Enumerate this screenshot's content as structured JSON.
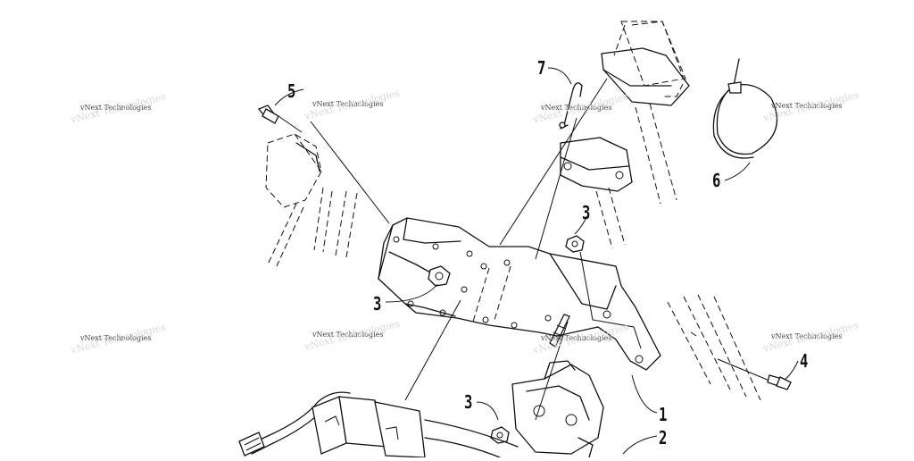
{
  "diagram": {
    "callouts": [
      {
        "id": "1",
        "label": "1"
      },
      {
        "id": "2",
        "label": "2"
      },
      {
        "id": "3a",
        "label": "3"
      },
      {
        "id": "3b",
        "label": "3"
      },
      {
        "id": "3c",
        "label": "3"
      },
      {
        "id": "4",
        "label": "4"
      },
      {
        "id": "5",
        "label": "5"
      },
      {
        "id": "6",
        "label": "6"
      },
      {
        "id": "7",
        "label": "7"
      }
    ],
    "watermark": {
      "text": "vNext Technologies"
    }
  }
}
